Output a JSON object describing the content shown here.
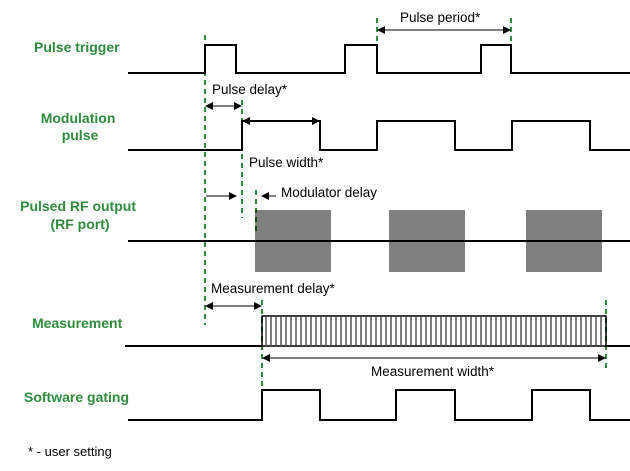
{
  "rows": {
    "pulse_trigger": [
      "Pulse trigger"
    ],
    "modulation_pulse": [
      "Modulation",
      "pulse"
    ],
    "pulsed_rf_output": [
      "Pulsed RF output",
      "(RF port)"
    ],
    "measurement": [
      "Measurement"
    ],
    "software_gating": [
      "Software gating"
    ]
  },
  "annotations": {
    "pulse_period": "Pulse period*",
    "pulse_delay": "Pulse delay*",
    "pulse_width": "Pulse width*",
    "modulator_delay": "Modulator delay",
    "measurement_delay": "Measurement delay*",
    "measurement_width": "Measurement width*"
  },
  "footnote": "* - user setting",
  "colors": {
    "label_green": "#2e8b3c",
    "signal": "#000000"
  }
}
